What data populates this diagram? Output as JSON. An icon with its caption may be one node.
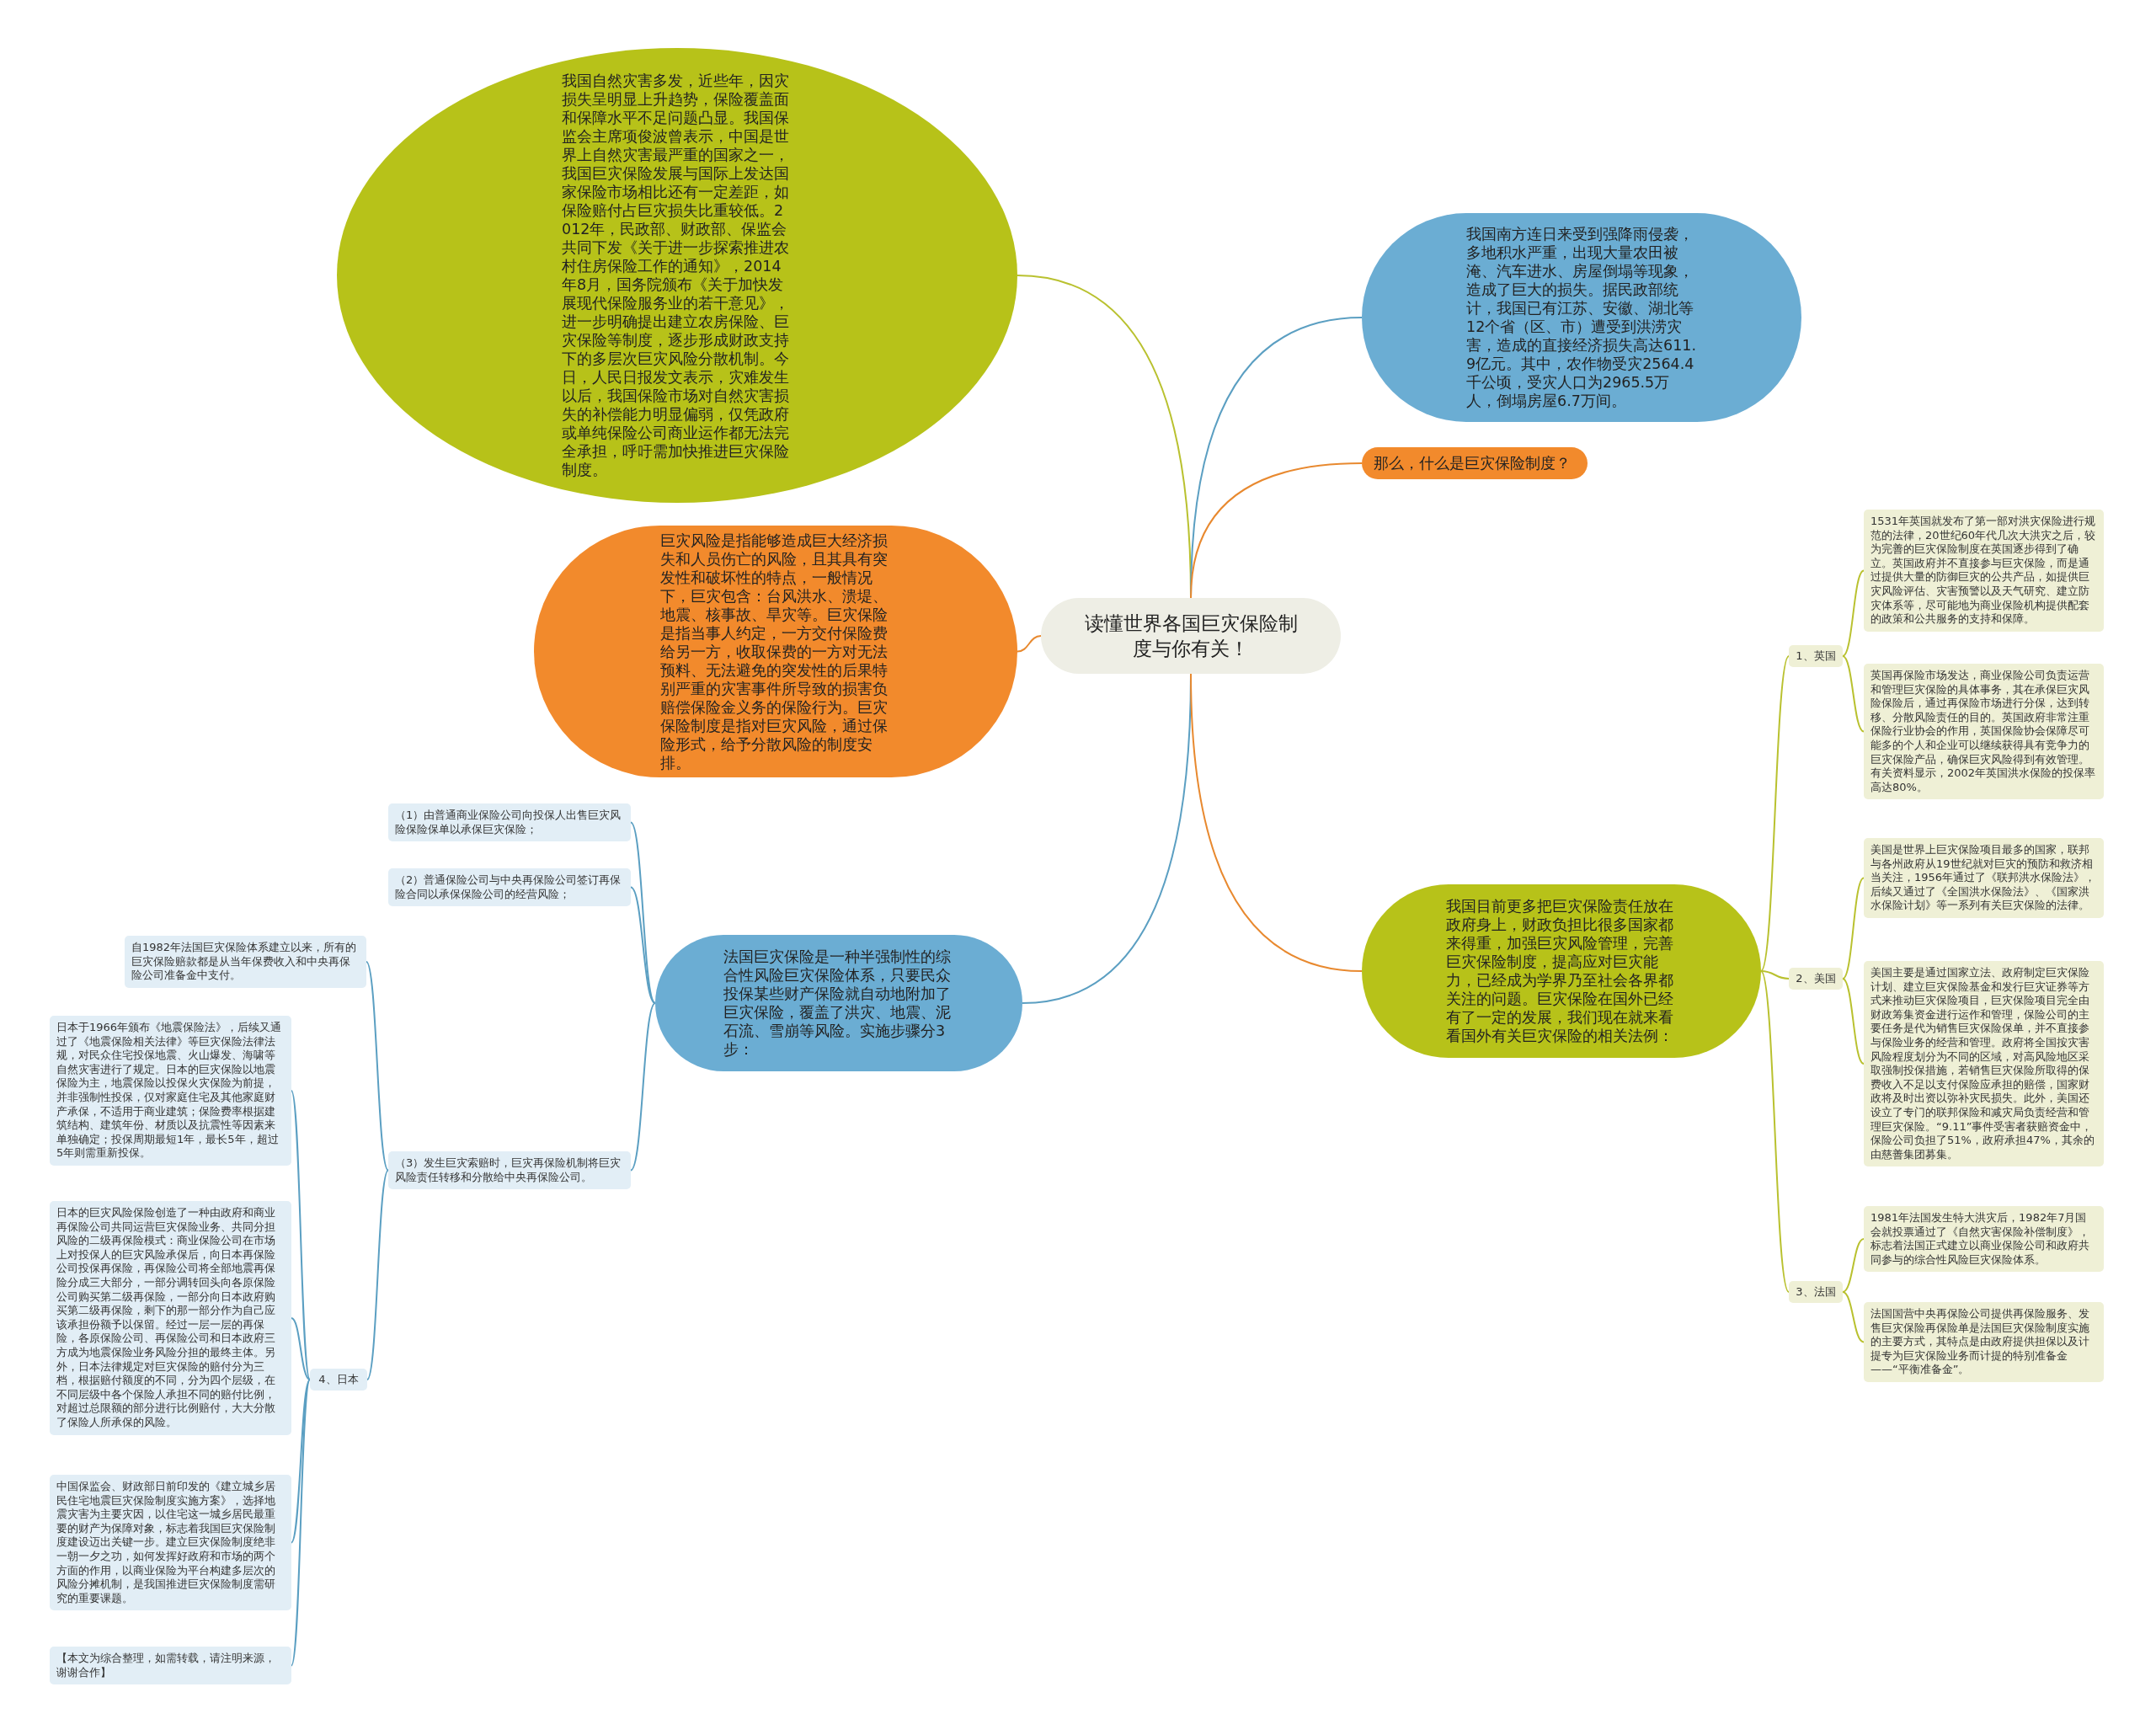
{
  "diagram": {
    "nodes": [
      {
        "text": [
          "读懂世界各国巨灾保险制度与你有关！"
        ]
      },
      {
        "text": [
          "我国自然灾害多发，近些年，因灾损失呈明显上升趋势，保险覆盖面和保障水平不足问题凸显。我国保监会主席项俊波曾表示，中国是世界上自然灾害最严重的国家之一，我国巨灾保险发展与国际上发达国家保险市场相比还有一定差距，如保险赔付占巨灾损失比重较低。2012年，民政部、财政部、保监会共同下发《关于进一步探索推进农村住房保险工作的通知》，2014年8月，国务院颁布《关于加快发展现代保险服务业的若干意见》，进一步明确提出建立农房保险、巨灾保险等制度，逐步形成财政支持下的多层次巨灾风险分散机制。今日，人民日报发文表示，灾难发生以后，我国保险市场对自然灾害损失的补偿能力明显偏弱，仅凭政府或单纯保险公司商业运作都无法完全承担，呼吁需加快推进巨灾保险制度。"
        ]
      },
      {
        "text": [
          "巨灾风险是指能够造成巨大经济损失和人员伤亡的风险，且其具有突发性和破坏性的特点，一般情况下，巨灾包含：台风洪水、溃堤、地震、核事故、旱灾等。巨灾保险是指当事人约定，一方交付保险费给另一方，收取保费的一方对无法预料、无法避免的突发性的后果特别严重的灾害事件所导致的损害负赔偿保险金义务的保险行为。巨灾保险制度是指对巨灾风险，通过保险形式，给予分散风险的制度安排。"
        ]
      },
      {
        "text": [
          "法国巨灾保险是一种半强制性的综合性风险巨灾保险体系，只要民众投保某些财产保险就自动地附加了巨灾保险，覆盖了洪灾、地震、泥石流、雪崩等风险。实施步骤分3步："
        ]
      },
      {
        "text": [
          "（1）由普通商业保险公司向投保人出售巨灾风险保险保单以承保巨灾保险；"
        ]
      },
      {
        "text": [
          "（2）普通保险公司与中央再保险公司签订再保险合同以承保保险公司的经营风险；"
        ]
      },
      {
        "text": [
          "（3）发生巨灾索赔时，巨灾再保险机制将巨灾风险责任转移和分散给中央再保险公司。"
        ]
      },
      {
        "text": [
          "自1982年法国巨灾保险体系建立以来，所有的巨灾保险赔款都是从当年保费收入和中央再保险公司准备金中支付。"
        ]
      },
      {
        "text": [
          "4、日本"
        ]
      },
      {
        "text": [
          "日本于1966年颁布《地震保险法》，后续又通过了《地震保险相关法律》等巨灾保险法律法规，对民众住宅投保地震、火山爆发、海啸等自然灾害进行了规定。日本的巨灾保险以地震保险为主，地震保险以投保火灾保险为前提，并非强制性投保，仅对家庭住宅及其他家庭财产承保，不适用于商业建筑；保险费率根据建筑结构、建筑年份、材质以及抗震性等因素来单独确定；投保周期最短1年，最长5年，超过5年则需重新投保。"
        ]
      },
      {
        "text": [
          "日本的巨灾风险保险创造了一种由政府和商业再保险公司共同运营巨灾保险业务、共同分担风险的二级再保险模式：商业保险公司在市场上对投保人的巨灾风险承保后，向日本再保险公司投保再保险，再保险公司将全部地震再保险分成三大部分，一部分调转回头向各原保险公司购买第二级再保险，一部分向日本政府购买第二级再保险，剩下的那一部分作为自己应该承担份额予以保留。经过一层一层的再保险，各原保险公司、再保险公司和日本政府三方成为地震保险业务风险分担的最终主体。另外，日本法律规定对巨灾保险的赔付分为三档，根据赔付额度的不同，分为四个层级，在不同层级中各个保险人承担不同的赔付比例，对超过总限额的部分进行比例赔付，大大分散了保险人所承保的风险。"
        ]
      },
      {
        "text": [
          "中国保监会、财政部日前印发的《建立城乡居民住宅地震巨灾保险制度实施方案》，选择地震灾害为主要灾因，以住宅这一城乡居民最重要的财产为保障对象，标志着我国巨灾保险制度建设迈出关键一步。建立巨灾保险制度绝非一朝一夕之功，如何发挥好政府和市场的两个方面的作用，以商业保险为平台构建多层次的风险分摊机制，是我国推进巨灾保险制度需研究的重要课题。"
        ]
      },
      {
        "text": [
          "【本文为综合整理，如需转载，请注明来源，谢谢合作】"
        ]
      },
      {
        "text": [
          "我国南方连日来受到强降雨侵袭，多地积水严重，出现大量农田被淹、汽车进水、房屋倒塌等现象，造成了巨大的损失。据民政部统计，我国已有江苏、安徽、湖北等12个省（区、市）遭受到洪涝灾害，造成的直接经济损失高达611.9亿元。其中，农作物受灾2564.4千公顷，受灾人口为2965.5万人，倒塌房屋6.7万间。"
        ]
      },
      {
        "text": [
          "那么，什么是巨灾保险制度？"
        ]
      },
      {
        "text": [
          "我国目前更多把巨灾保险责任放在政府身上，财政负担比很多国家都来得重，加强巨灾风险管理，完善巨灾保险制度，提高应对巨灾能力，已经成为学界乃至社会各界都关注的问题。巨灾保险在国外已经有了一定的发展，我们现在就来看看国外有关巨灾保险的相关法例："
        ]
      },
      {
        "text": [
          "1、英国"
        ]
      },
      {
        "text": [
          "1531年英国就发布了第一部对洪灾保险进行规范的法律，20世纪60年代几次大洪灾之后，较为完善的巨灾保险制度在英国逐步得到了确立。英国政府并不直接参与巨灾保险，而是通过提供大量的防御巨灾的公共产品，如提供巨灾风险评估、灾害预警以及天气研究、建立防灾体系等，尽可能地为商业保险机构提供配套的政策和公共服务的支持和保障。"
        ]
      },
      {
        "text": [
          "英国再保险市场发达，商业保险公司负责运营和管理巨灾保险的具体事务，其在承保巨灾风险保险后，通过再保险市场进行分保，达到转移、分散风险责任的目的。英国政府非常注重保险行业协会的作用，英国保险协会保障尽可能多的个人和企业可以继续获得具有竞争力的巨灾保险产品，确保巨灾风险得到有效管理。有关资料显示，2002年英国洪水保险的投保率高达80%。"
        ]
      },
      {
        "text": [
          "2、美国"
        ]
      },
      {
        "text": [
          "美国是世界上巨灾保险项目最多的国家，联邦与各州政府从19世纪就对巨灾的预防和救济相当关注，1956年通过了《联邦洪水保险法》，后续又通过了《全国洪水保险法》、《国家洪水保险计划》等一系列有关巨灾保险的法律。"
        ]
      },
      {
        "text": [
          "美国主要是通过国家立法、政府制定巨灾保险计划、建立巨灾保险基金和发行巨灾证券等方式来推动巨灾保险项目，巨灾保险项目完全由财政筹集资金进行运作和管理，保险公司的主要任务是代为销售巨灾保险保单，并不直接参与保险业务的经营和管理。政府将全国按灾害风险程度划分为不同的区域，对高风险地区采取强制投保措施，若销售巨灾保险所取得的保费收入不足以支付保险应承担的赔偿，国家财政将及时出资以弥补灾民损失。此外，美国还设立了专门的联邦保险和减灾局负责经营和管理巨灾保险。“9.11”事件受害者获赔资金中，保险公司负担了51%，政府承担47%，其余的由慈善集团募集。"
        ]
      },
      {
        "text": [
          "3、法国"
        ]
      },
      {
        "text": [
          "1981年法国发生特大洪灾后，1982年7月国会就投票通过了《自然灾害保险补偿制度》，标志着法国正式建立以商业保险公司和政府共同参与的综合性风险巨灾保险体系。"
        ]
      },
      {
        "text": [
          "法国国营中央再保险公司提供再保险服务、发售巨灾保险再保险单是法国巨灾保险制度实施的主要方式，其特点是由政府提供担保以及计提专为巨灾保险业务而计提的特别准备金——“平衡准备金”。"
        ]
      }
    ],
    "edges": [
      {
        "from": 0,
        "to": 1,
        "arrow": "none",
        "color": "#b9c12f"
      },
      {
        "from": 0,
        "to": 2,
        "arrow": "none",
        "color": "#e8892f"
      },
      {
        "from": 0,
        "to": 3,
        "arrow": "none"
      },
      {
        "from": 3,
        "to": 4,
        "arrow": "none"
      },
      {
        "from": 3,
        "to": 5,
        "arrow": "none"
      },
      {
        "from": 3,
        "to": 6,
        "arrow": "none"
      },
      {
        "from": 6,
        "to": 7,
        "arrow": "none"
      },
      {
        "from": 6,
        "to": 8,
        "arrow": "none"
      },
      {
        "from": 8,
        "to": 9,
        "arrow": "none"
      },
      {
        "from": 8,
        "to": 10,
        "arrow": "none"
      },
      {
        "from": 8,
        "to": 11,
        "arrow": "none"
      },
      {
        "from": 8,
        "to": 12,
        "arrow": "none"
      },
      {
        "from": 0,
        "to": 13,
        "arrow": "none"
      },
      {
        "from": 0,
        "to": 14,
        "arrow": "none",
        "color": "#e8892f"
      },
      {
        "from": 0,
        "to": 15,
        "arrow": "none",
        "color": "#e8892f"
      },
      {
        "from": 15,
        "to": 16,
        "arrow": "none",
        "color": "#b9c12f"
      },
      {
        "from": 16,
        "to": 17,
        "arrow": "none",
        "color": "#b9c12f"
      },
      {
        "from": 16,
        "to": 18,
        "arrow": "none",
        "color": "#b9c12f"
      },
      {
        "from": 15,
        "to": 19,
        "arrow": "none",
        "color": "#b9c12f"
      },
      {
        "from": 19,
        "to": 20,
        "arrow": "none",
        "color": "#b9c12f"
      },
      {
        "from": 19,
        "to": 21,
        "arrow": "none",
        "color": "#b9c12f"
      },
      {
        "from": 15,
        "to": 22,
        "arrow": "none",
        "color": "#b9c12f"
      },
      {
        "from": 22,
        "to": 23,
        "arrow": "none",
        "color": "#b9c12f"
      },
      {
        "from": 22,
        "to": 24,
        "arrow": "none",
        "color": "#b9c12f"
      }
    ]
  }
}
